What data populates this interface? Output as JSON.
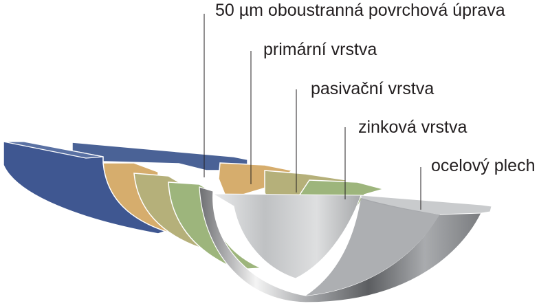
{
  "layers": [
    {
      "id": "coating",
      "label": "50 µm oboustranná povrchová úprava",
      "color": "#3f5791"
    },
    {
      "id": "primer",
      "label": "primární vrstva",
      "color": "#d6ad6d"
    },
    {
      "id": "passivation",
      "label": "pasivační vrstva",
      "color": "#b5b07a"
    },
    {
      "id": "zinc",
      "label": "zinková vrstva",
      "color": "#9db57c"
    },
    {
      "id": "steel",
      "label": "ocelový plech",
      "color": "#b9bbbe"
    }
  ]
}
